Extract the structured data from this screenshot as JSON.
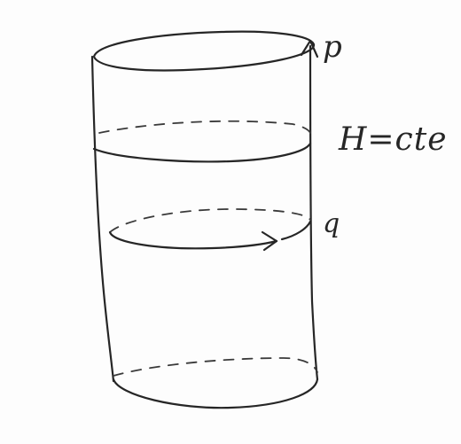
{
  "labels": {
    "p": "p",
    "h_constant": "H=cte",
    "q": "q"
  },
  "colors": {
    "ink": "#262626",
    "paper": "#fdfdfd"
  }
}
